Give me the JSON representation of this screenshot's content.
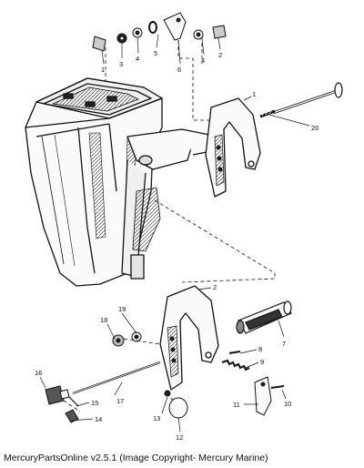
{
  "caption": "MercuryPartsOnline v2.5.1 (Image Copyright- Mercury Marine)",
  "callouts": [
    "1",
    "2",
    "3",
    "4",
    "5",
    "6",
    "4",
    "2",
    "20",
    "1",
    "7",
    "8",
    "9",
    "10",
    "11",
    "12",
    "13",
    "14",
    "15",
    "16",
    "17",
    "18",
    "19"
  ]
}
